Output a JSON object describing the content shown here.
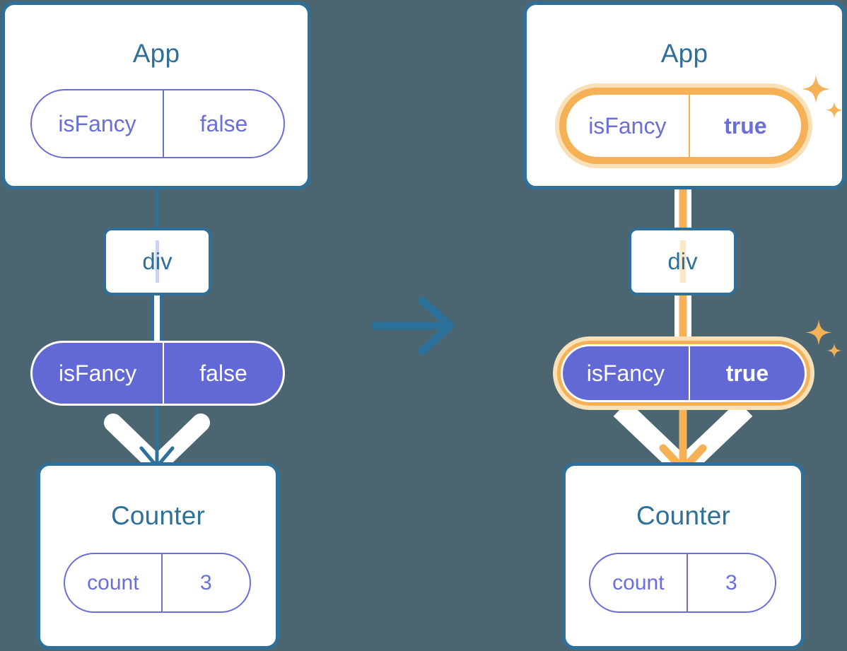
{
  "diagram": {
    "title_hidden": "React state propagation: isFancy false to true",
    "background_color": "#4b6671",
    "accent_blue": "#2e7099",
    "accent_purple": "#6269d4",
    "accent_purple_light": "#6a6fd8",
    "accent_orange": "#f6b055",
    "accent_orange_glow": "#fae0b6",
    "transition_arrow_icon": "arrow-right-icon"
  },
  "before": {
    "app": {
      "title": "App",
      "state": {
        "name": "isFancy",
        "value": "false",
        "highlighted": false
      }
    },
    "div": {
      "label": "div"
    },
    "prop": {
      "name": "isFancy",
      "value": "false",
      "highlighted": false
    },
    "counter": {
      "title": "Counter",
      "state": {
        "name": "count",
        "value": "3",
        "highlighted": false
      }
    }
  },
  "after": {
    "app": {
      "title": "App",
      "state": {
        "name": "isFancy",
        "value": "true",
        "highlighted": true
      }
    },
    "div": {
      "label": "div"
    },
    "prop": {
      "name": "isFancy",
      "value": "true",
      "highlighted": true
    },
    "counter": {
      "title": "Counter",
      "state": {
        "name": "count",
        "value": "3",
        "highlighted": false
      }
    }
  }
}
